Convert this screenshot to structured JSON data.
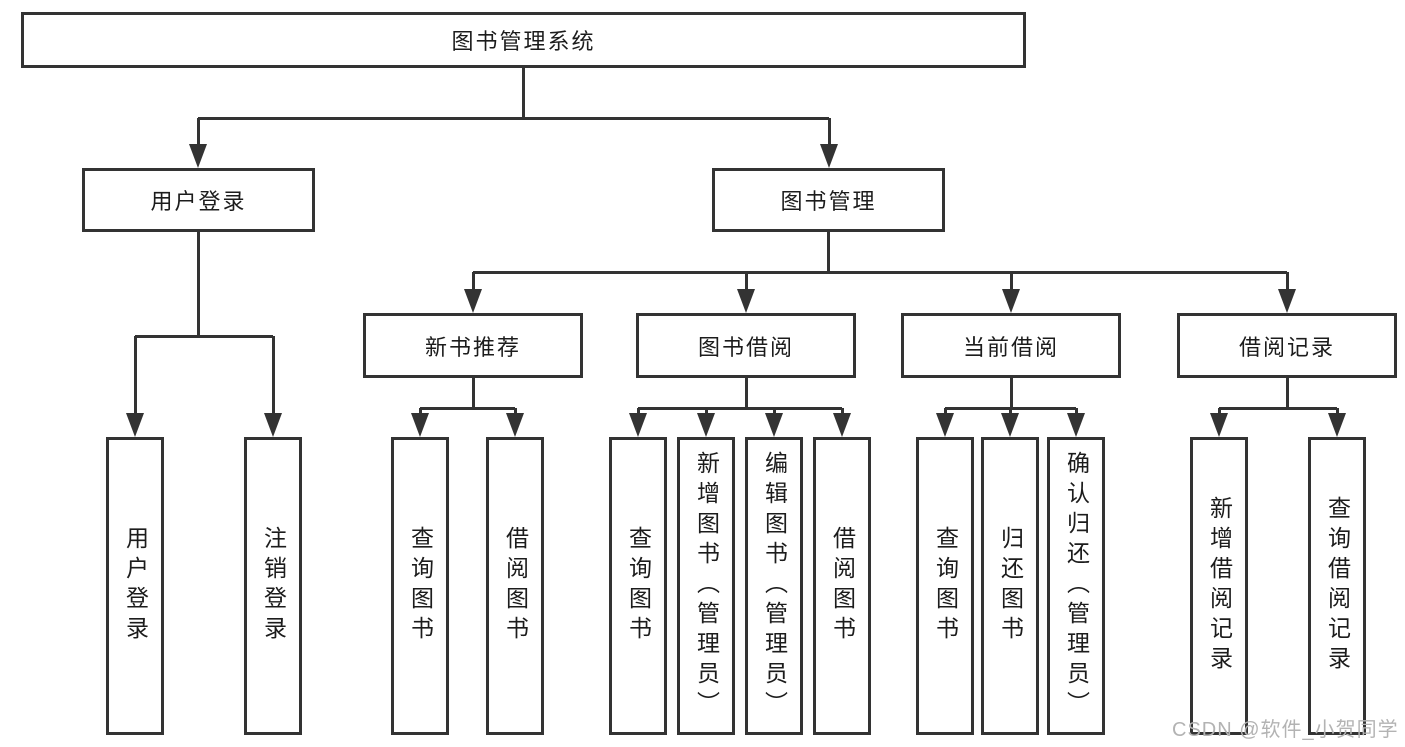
{
  "tree": {
    "root": {
      "label": "图书管理系统",
      "children": [
        {
          "label": "用户登录",
          "children": [
            {
              "label": "用户登录"
            },
            {
              "label": "注销登录"
            }
          ]
        },
        {
          "label": "图书管理",
          "children": [
            {
              "label": "新书推荐",
              "children": [
                {
                  "label": "查询图书"
                },
                {
                  "label": "借阅图书"
                }
              ]
            },
            {
              "label": "图书借阅",
              "children": [
                {
                  "label": "查询图书"
                },
                {
                  "label": "新增图书（管理员）"
                },
                {
                  "label": "编辑图书（管理员）"
                },
                {
                  "label": "借阅图书"
                }
              ]
            },
            {
              "label": "当前借阅",
              "children": [
                {
                  "label": "查询图书"
                },
                {
                  "label": "归还图书"
                },
                {
                  "label": "确认归还（管理员）"
                }
              ]
            },
            {
              "label": "借阅记录",
              "children": [
                {
                  "label": "新增借阅记录"
                },
                {
                  "label": "查询借阅记录"
                }
              ]
            }
          ]
        }
      ]
    }
  },
  "watermark": {
    "text": "CSDN @软件_小贺同学"
  },
  "colors": {
    "line": "#333333",
    "text": "#1c1c1c",
    "watermark": "#b3b3b3",
    "background": "#ffffff"
  }
}
